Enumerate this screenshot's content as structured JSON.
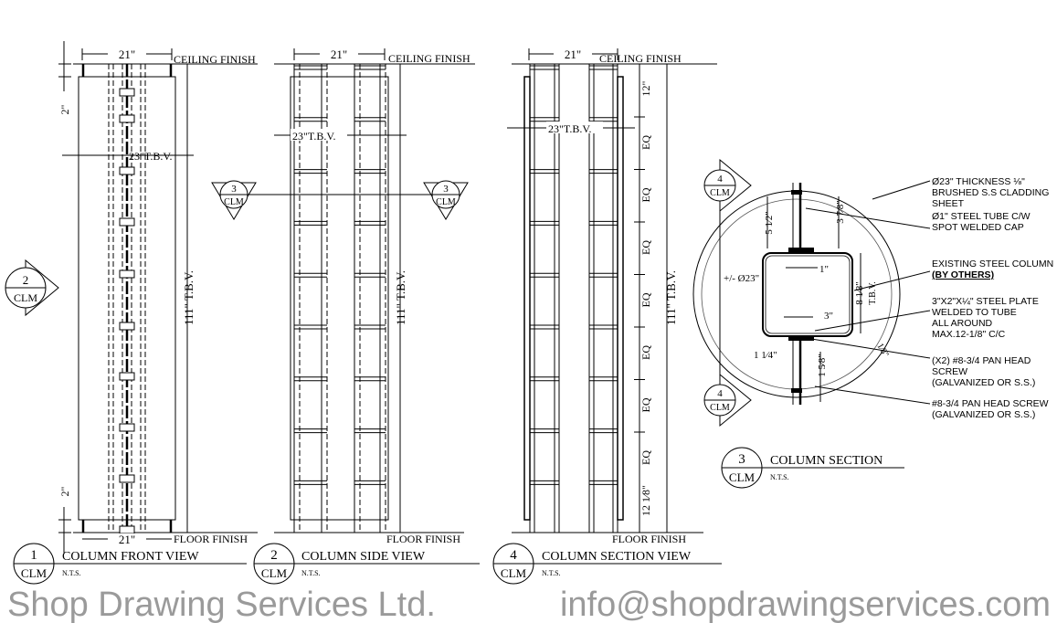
{
  "views": {
    "front": {
      "number": "1",
      "sheet": "CLM",
      "title": "COLUMN FRONT VIEW",
      "scale": "N.T.S."
    },
    "side": {
      "number": "2",
      "sheet": "CLM",
      "title": "COLUMN SIDE VIEW",
      "scale": "N.T.S."
    },
    "section_view": {
      "number": "4",
      "sheet": "CLM",
      "title": "COLUMN SECTION VIEW",
      "scale": "N.T.S."
    },
    "section": {
      "number": "3",
      "sheet": "CLM",
      "title": "COLUMN SECTION",
      "scale": "N.T.S."
    }
  },
  "markers": {
    "left": {
      "number": "2",
      "sheet": "CLM"
    },
    "cut3": {
      "number": "3",
      "sheet": "CLM"
    },
    "cut4": {
      "number": "4",
      "sheet": "CLM"
    }
  },
  "labels": {
    "ceiling": "CEILING FINISH",
    "floor": "FLOOR FINISH",
    "width21": "21\"",
    "width23": "23\"T.B.V.",
    "height111": "111\" T.B.V.",
    "two": "2\"",
    "eq": "EQ",
    "twelve": "12\"",
    "twelve_eighth": "12 1⁄8\"",
    "dia": "+/- Ø23\"",
    "one": "1\"",
    "three": "3\"",
    "eight_eighth": "8 1⁄8\"",
    "tbv": "T.B.V.",
    "five_half": "5 1⁄2\"",
    "three_eighth": "3 7⁄8\"",
    "one_quarter": "1 1⁄4\"",
    "one_five": "1 5⁄8\"",
    "three_sixteenth": "1⁄8\""
  },
  "notes": [
    [
      "Ø23\" THICKNESS ⅛\"",
      "BRUSHED S.S CLADDING",
      "SHEET"
    ],
    [
      "Ø1\" STEEL TUBE C/W",
      "SPOT WELDED CAP"
    ],
    [
      "EXISTING STEEL COLUMN",
      "(BY OTHERS)"
    ],
    [
      "3\"X2\"X¼\" STEEL PLATE",
      "WELDED TO TUBE",
      "ALL AROUND",
      "MAX.12-1/8\" C/C"
    ],
    [
      "(X2) #8-3/4 PAN HEAD",
      "SCREW",
      "(GALVANIZED OR S.S.)"
    ],
    [
      "#8-3/4 PAN HEAD SCREW",
      "(GALVANIZED OR S.S.)"
    ]
  ],
  "watermark": {
    "line1": "Shop Drawing Services Ltd.",
    "line2": "info@shopdrawingservices.com"
  }
}
